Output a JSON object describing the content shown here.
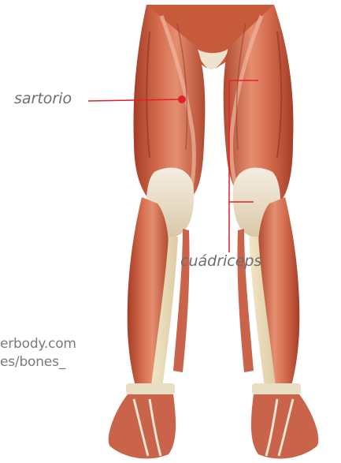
{
  "labels": {
    "sartorio": "sartorio",
    "cuadriceps": "cuádriceps"
  },
  "credit": {
    "line1": "erbody.com",
    "line2": "es/bones_"
  },
  "colors": {
    "muscle_dark": "#b5472d",
    "muscle_mid": "#d16a4a",
    "muscle_light": "#e9967a",
    "tendon": "#efe6cf",
    "pointer": "#e2202b"
  }
}
